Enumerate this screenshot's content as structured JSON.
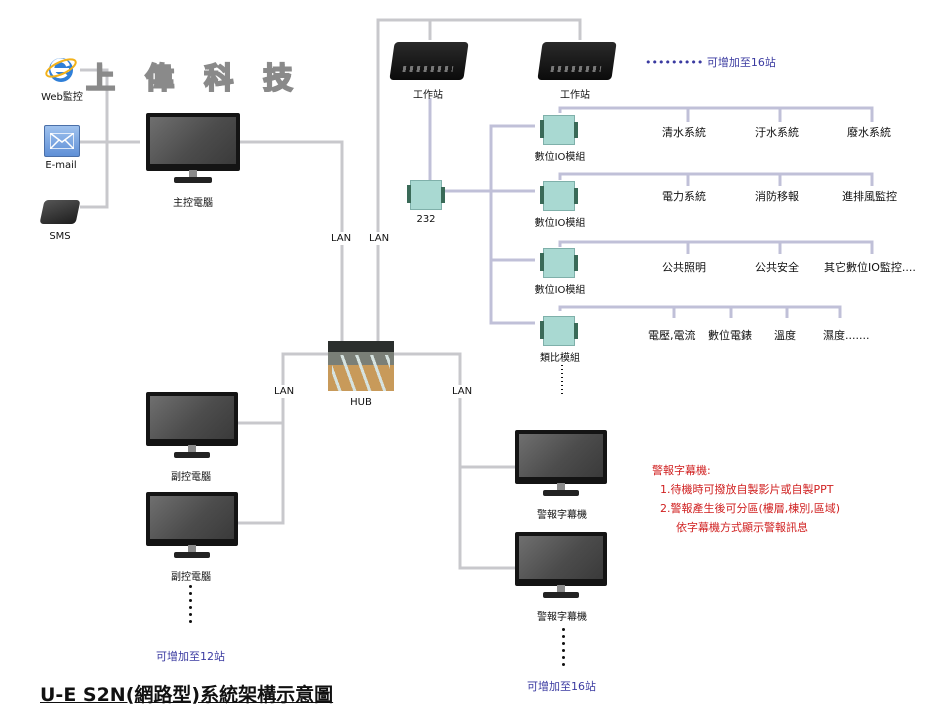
{
  "logo": {
    "text": "上 偉 科 技",
    "icon": "internet-explorer-icon"
  },
  "notify": {
    "web": "Web監控",
    "email": "E-mail",
    "sms": "SMS"
  },
  "main_pc": "主控電腦",
  "sub_pc": [
    "副控電腦",
    "副控電腦"
  ],
  "sub_pc_expand": "可增加至12站",
  "hub": "HUB",
  "lan_labels": [
    "LAN",
    "LAN",
    "LAN",
    "LAN"
  ],
  "workstations": [
    "工作站",
    "工作站"
  ],
  "workstation_expand": "••••••••• 可增加至16站",
  "converter": "232",
  "modules": [
    {
      "label": "數位IO模組",
      "systems": [
        "清水系統",
        "汙水系統",
        "廢水系統"
      ]
    },
    {
      "label": "數位IO模組",
      "systems": [
        "電力系統",
        "消防移報",
        "進排風監控"
      ]
    },
    {
      "label": "數位IO模組",
      "systems": [
        "公共照明",
        "公共安全",
        "其它數位IO監控...."
      ]
    },
    {
      "label": "類比模組",
      "systems": [
        "電壓,電流",
        "數位電錶",
        "溫度",
        "濕度......."
      ]
    }
  ],
  "alarm_displays": [
    "警報字幕機",
    "警報字幕機"
  ],
  "alarm_expand": "可增加至16站",
  "alarm_note": {
    "title": "警報字幕機:",
    "lines": [
      "1.待機時可撥放自製影片或自製PPT",
      "2.警報產生後可分區(樓層,棟別,區域)",
      "依字幕機方式顯示警報訊息"
    ]
  },
  "diagram_title": "U-E S2N(網路型)系統架構示意圖",
  "colors": {
    "wire": "#c8c8cc",
    "wire_blue": "#c0c0d8",
    "expand_text": "#3a3aa0",
    "note_text": "#d02020"
  }
}
